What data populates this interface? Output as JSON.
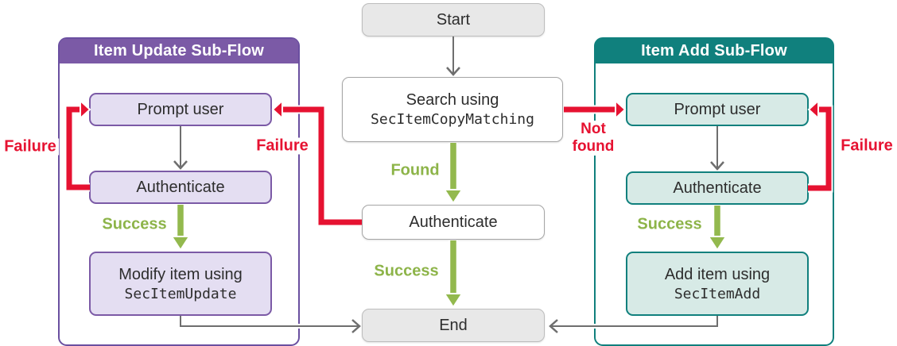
{
  "colors": {
    "purple": "#6a4fa0",
    "purple-header": "#7b5aa6",
    "purple-fill": "#e4def2",
    "teal": "#10807d",
    "teal-fill": "#d7eae6",
    "red": "#e61231",
    "green": "#93b94e",
    "green-text": "#8db449",
    "gray-node-fill": "#e8e8e8",
    "gray-node-border": "#bdbdbd",
    "white-node-border": "#a6a6a6",
    "arrow-gray": "#6e6e6e",
    "text": "#2d2d2d"
  },
  "nodes": {
    "start": {
      "label": "Start"
    },
    "search": {
      "line1": "Search using",
      "code": "SecItemCopyMatching"
    },
    "authenticate": {
      "label": "Authenticate"
    },
    "end": {
      "label": "End"
    }
  },
  "panels": {
    "update": {
      "title": "Item Update Sub-Flow",
      "prompt": "Prompt user",
      "authenticate": "Authenticate",
      "action_line1": "Modify item using",
      "action_code": "SecItemUpdate"
    },
    "add": {
      "title": "Item Add Sub-Flow",
      "prompt": "Prompt user",
      "authenticate": "Authenticate",
      "action_line1": "Add item using",
      "action_code": "SecItemAdd"
    }
  },
  "edge_labels": {
    "found": "Found",
    "success": "Success",
    "failure": "Failure",
    "not_found_line1": "Not",
    "not_found_line2": "found"
  }
}
